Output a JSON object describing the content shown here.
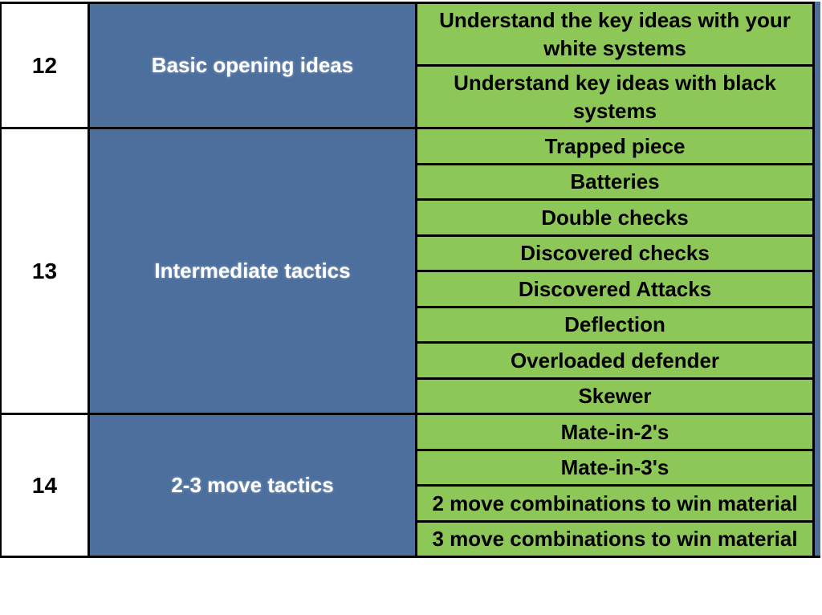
{
  "table": {
    "rows": [
      {
        "number": "12",
        "category": "Basic opening ideas",
        "items": [
          "Understand the key ideas with your white systems",
          "Understand key ideas with black systems"
        ]
      },
      {
        "number": "13",
        "category": "Intermediate tactics",
        "items": [
          "Trapped piece",
          "Batteries",
          "Double checks",
          "Discovered checks",
          "Discovered Attacks",
          "Deflection",
          "Overloaded defender",
          "Skewer"
        ]
      },
      {
        "number": "14",
        "category": "2-3 move tactics",
        "items": [
          "Mate-in-2's",
          "Mate-in-3's",
          "2 move combinations to win material",
          "3 move combinations to win material"
        ]
      }
    ],
    "colors": {
      "category_bg": "#4C6F9E",
      "item_bg": "#8DC758",
      "border": "#000000",
      "number_bg": "#FFFFFF",
      "category_text": "#FFFFFF",
      "item_text": "#000000"
    }
  }
}
